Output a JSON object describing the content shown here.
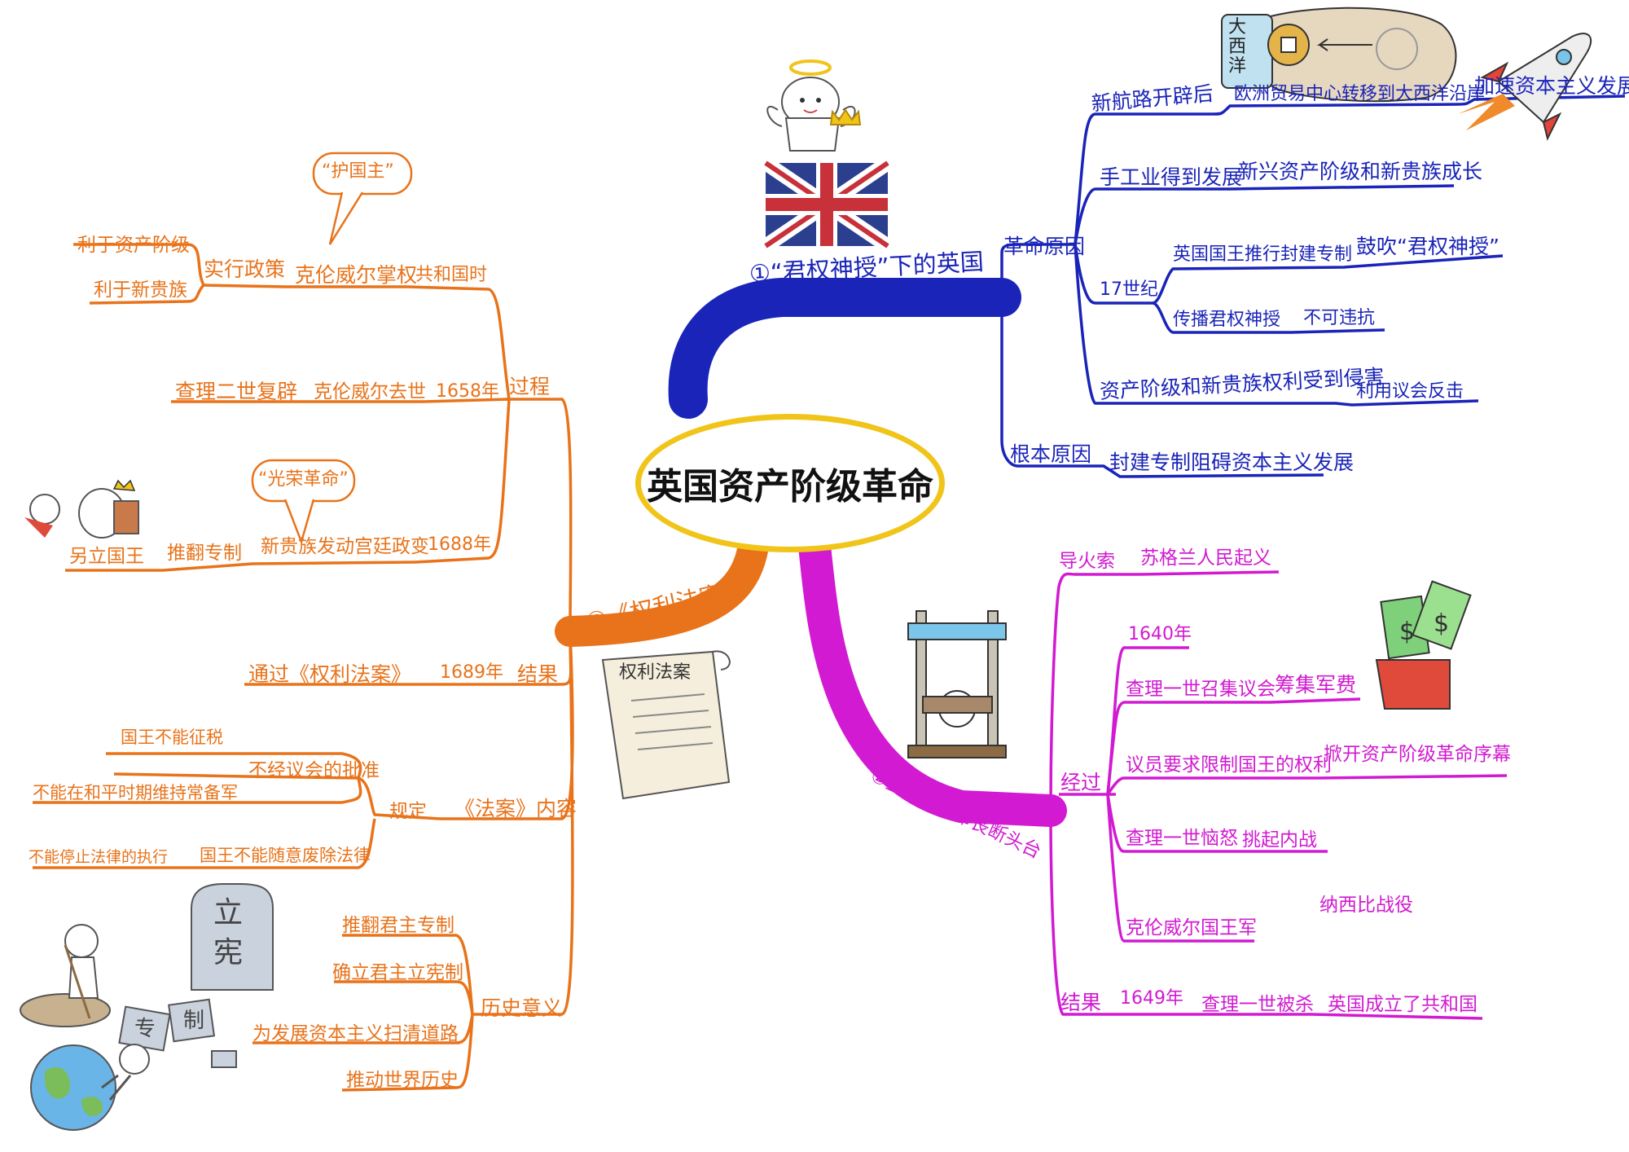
{
  "center": "英国资产阶级革命",
  "colors": {
    "blue": "#1a24b8",
    "magenta": "#d11ad1",
    "orange": "#e8731a",
    "ellipse": "#f0c419"
  },
  "branch1": {
    "title": "①“君权神授”下的英国",
    "cause": "革命原因",
    "c1": "新航路开辟后",
    "c1a": "欧洲贸易中心转移到大西洋沿岸",
    "c1b": "加速资本主义发展",
    "c2": "手工业得到发展",
    "c2a": "新兴资产阶级和新贵族成长",
    "c3": "17世纪",
    "c3a": "英国国王推行封建专制",
    "c3a1": "鼓吹“君权神授”",
    "c3b": "传播君权神授",
    "c3b1": "不可违抗",
    "c4": "资产阶级和新贵族权利受到侵害",
    "c4a": "利用议会反击",
    "root": "根本原因",
    "root_a": "封建专制阻碍资本主义发展"
  },
  "branch2": {
    "title": "②查理一世命丧断头台",
    "fuse": "导火索",
    "fuse_a": "苏格兰人民起义",
    "course": "经过",
    "y1640": "1640年",
    "p1": "查理一世召集议会",
    "p1a": "筹集军费",
    "p2": "议员要求限制国王的权利",
    "p2a": "掀开资产阶级革命序幕",
    "p3": "查理一世恼怒",
    "p3a": "挑起内战",
    "naseby": "纳西比战役",
    "p4": "克伦威尔国王军",
    "result": "结果",
    "y1649": "1649年",
    "r1": "查理一世被杀",
    "r2": "英国成立了共和国"
  },
  "branch3": {
    "title": "③《权利法案》",
    "process": "过程",
    "republic": "共和国时",
    "cromwell": "克伦威尔掌权",
    "protector": "“护国主”",
    "policy": "实行政策",
    "pol_a": "利于资产阶级",
    "pol_b": "利于新贵族",
    "y1658": "1658年",
    "c_death": "克伦威尔去世",
    "restore": "查理二世复辟",
    "y1688": "1688年",
    "coup": "新贵族发动宫廷政变",
    "glorious": "“光荣革命”",
    "overthrow": "推翻专制",
    "newking": "另立国王",
    "result": "结果",
    "y1689": "1689年",
    "pass": "通过《权利法案》",
    "content": "《法案》内容",
    "rule": "规定",
    "no_consent": "不经议会的批准",
    "k1": "国王不能征税",
    "k2": "不能在和平时期维持常备军",
    "k3": "国王不能随意废除法律",
    "k4": "不能停止法律的执行",
    "meaning": "历史意义",
    "m1": "推翻君主专制",
    "m2": "确立君主立宪制",
    "m3": "为发展资本主义扫清道路",
    "m4": "推动世界历史"
  },
  "pictures": {
    "atlantic": "大西洋",
    "bill_scroll": "权利法案",
    "tomb1": "立",
    "tomb2": "宪",
    "tile1": "专",
    "tile2": "制"
  }
}
